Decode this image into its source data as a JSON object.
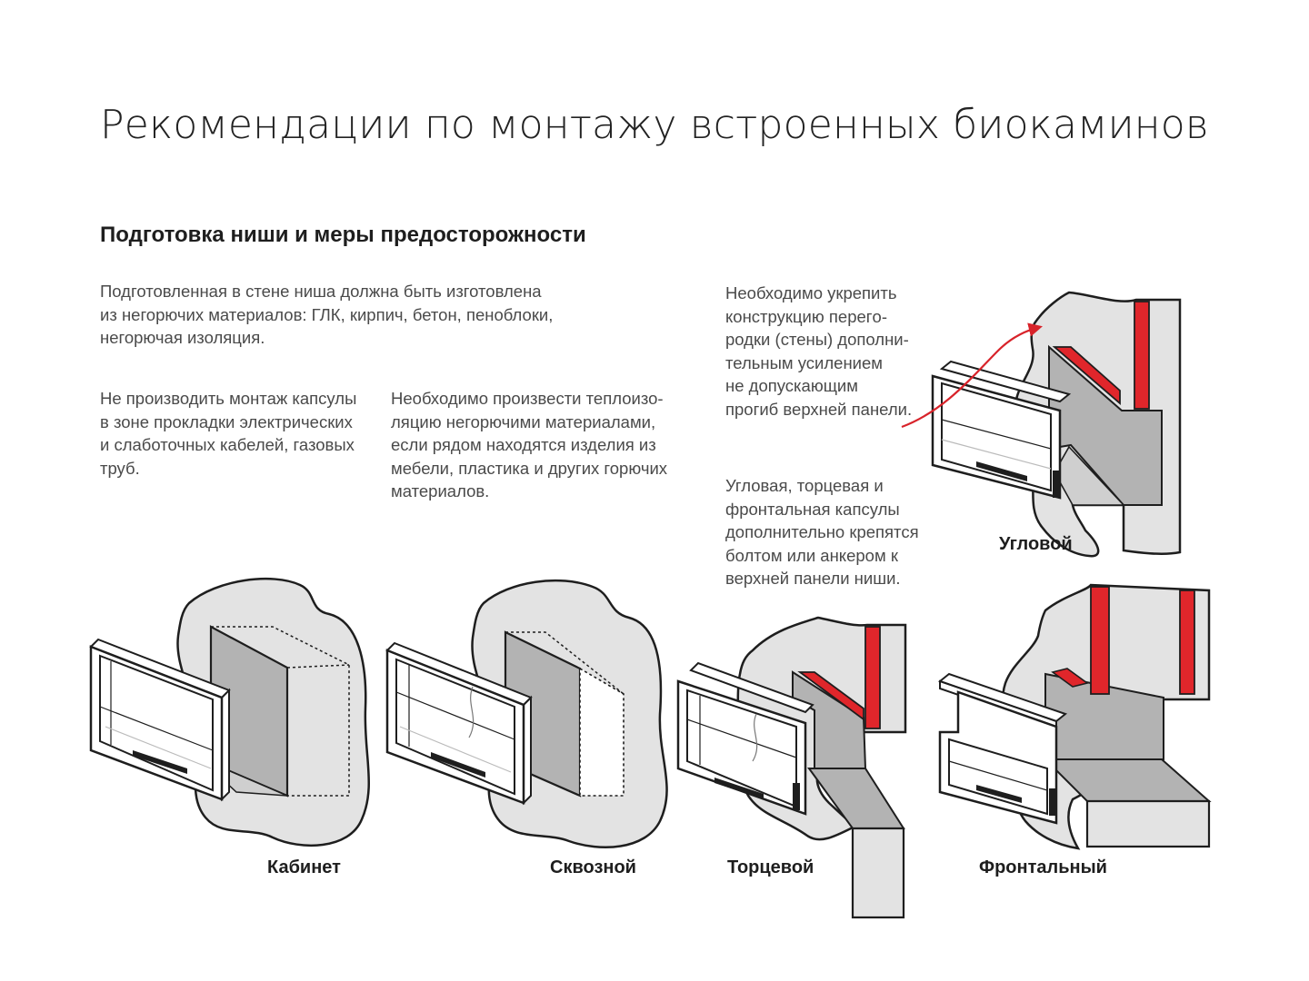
{
  "title": "Рекомендации по монтажу встроенных биокаминов",
  "subtitle": "Подготовка ниши и меры предосторожности",
  "paragraphs": {
    "intro": [
      "Подготовленная в стене ниша должна быть изготовлена",
      "из негорючих материалов: ГЛК, кирпич, бетон, пеноблоки,",
      "негорючая изоляция."
    ],
    "cables": [
      "Не производить монтаж капсулы",
      "в зоне прокладки электрических",
      "и слаботочных кабелей, газовых",
      "труб."
    ],
    "insulation": [
      "Необходимо произвести теплоизо-",
      "ляцию негорючими материалами,",
      "если рядом находятся изделия из",
      "мебели, пластика и других горючих",
      "материалов."
    ],
    "reinforce": [
      "Необходимо укрепить",
      "конструкцию перегo-",
      "родки (стены) дополни-",
      "тельным усилением",
      "не допускающим",
      "прогиб верхней панели."
    ],
    "bolts": [
      "Угловая, торцевая и",
      "фронтальная капсулы",
      "дополнительно крепятся",
      "болтом или анкером к",
      "верхней панели ниши."
    ]
  },
  "labels": {
    "cabinet": "Кабинет",
    "through": "Сквозной",
    "end": "Торцевой",
    "frontal": "Фронтальный",
    "corner": "Угловой"
  },
  "colors": {
    "wall": "#e3e3e3",
    "niche_back": "#b3b3b3",
    "niche_side": "#cfcfcf",
    "outline": "#1e1e1e",
    "insulation_red": "#e0262b",
    "arrow_red": "#d8232a"
  },
  "icons": {
    "arrow": "curved-arrow-icon"
  }
}
